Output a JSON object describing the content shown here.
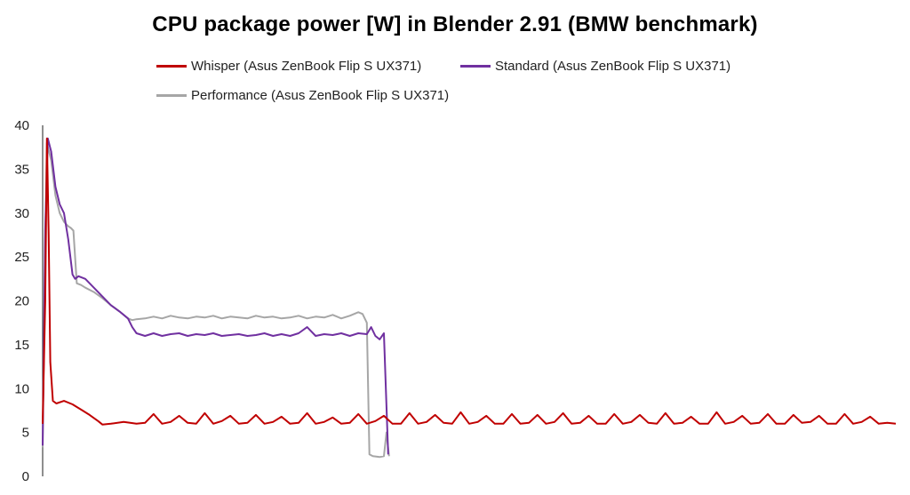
{
  "chart_data": {
    "type": "line",
    "title": "CPU package power [W] in Blender 2.91 (BMW benchmark)",
    "xlabel": "",
    "ylabel": "",
    "ylim": [
      0,
      40
    ],
    "yticks": [
      "0",
      "5",
      "10",
      "15",
      "20",
      "25",
      "30",
      "35",
      "40"
    ],
    "xlim": [
      0,
      100
    ],
    "grid": false,
    "legend_position": "top",
    "series": [
      {
        "name": "Whisper (Asus ZenBook Flip S UX371)",
        "color": "#c00000",
        "x": [
          0,
          0.3,
          0.5,
          0.7,
          0.9,
          1.2,
          1.6,
          2.5,
          3.5,
          4.5,
          5.5,
          6.5,
          7,
          8,
          9.5,
          11,
          12,
          13,
          14,
          15,
          16,
          17,
          18,
          19,
          20,
          21,
          22,
          23,
          24,
          25,
          26,
          27,
          28,
          29,
          30,
          31,
          32,
          33,
          34,
          35,
          36,
          37,
          38,
          39,
          40,
          41,
          42,
          43,
          44,
          45,
          46,
          47,
          48,
          49,
          50,
          51,
          52,
          53,
          54,
          55,
          56,
          57,
          58,
          59,
          60,
          61,
          62,
          63,
          64,
          65,
          66,
          67,
          68,
          69,
          70,
          71,
          72,
          73,
          74,
          75,
          76,
          77,
          78,
          79,
          80,
          81,
          82,
          83,
          84,
          85,
          86,
          87,
          88,
          89,
          90,
          91,
          92,
          93,
          94,
          95,
          96,
          97,
          98,
          99,
          100
        ],
        "y": [
          6.0,
          20,
          38.5,
          28,
          13,
          8.6,
          8.3,
          8.6,
          8.2,
          7.6,
          7.0,
          6.3,
          5.9,
          6.0,
          6.2,
          6.0,
          6.1,
          7.1,
          6.0,
          6.2,
          6.9,
          6.1,
          6.0,
          7.2,
          6.0,
          6.3,
          6.9,
          6.0,
          6.1,
          7.0,
          6.0,
          6.2,
          6.8,
          6.0,
          6.1,
          7.2,
          6.0,
          6.2,
          6.7,
          6.0,
          6.1,
          7.1,
          6.0,
          6.3,
          6.9,
          6.0,
          6.0,
          7.2,
          6.0,
          6.2,
          7.0,
          6.1,
          6.0,
          7.3,
          6.0,
          6.2,
          6.9,
          6.0,
          6.0,
          7.1,
          6.0,
          6.1,
          7.0,
          6.0,
          6.2,
          7.2,
          6.0,
          6.1,
          6.9,
          6.0,
          6.0,
          7.1,
          6.0,
          6.2,
          7.0,
          6.1,
          6.0,
          7.2,
          6.0,
          6.1,
          6.8,
          6.0,
          6.0,
          7.3,
          6.0,
          6.2,
          6.9,
          6.0,
          6.1,
          7.1,
          6.0,
          6.0,
          7.0,
          6.1,
          6.2,
          6.9,
          6.0,
          6.0,
          7.1,
          6.0,
          6.2,
          6.8,
          6.0,
          6.1,
          6.0
        ]
      },
      {
        "name": "Standard (Asus ZenBook Flip S UX371)",
        "color": "#7030a0",
        "x": [
          0,
          0.3,
          0.6,
          1.0,
          1.5,
          2.0,
          2.5,
          3.0,
          3.5,
          3.8,
          4.2,
          5.0,
          6.0,
          7.0,
          8.0,
          9.0,
          10.0,
          10.5,
          11,
          12,
          13,
          14,
          15,
          16,
          17,
          18,
          19,
          20,
          21,
          22,
          23,
          24,
          25,
          26,
          27,
          28,
          29,
          30,
          31,
          32,
          33,
          34,
          35,
          36,
          37,
          38,
          38.5,
          39,
          39.5,
          40,
          40.5
        ],
        "y": [
          3.5,
          28,
          38.5,
          37.0,
          33.0,
          31.0,
          30.0,
          27.0,
          23.0,
          22.5,
          22.8,
          22.5,
          21.5,
          20.5,
          19.5,
          18.8,
          18.0,
          17.0,
          16.3,
          16.0,
          16.3,
          16.0,
          16.2,
          16.3,
          16.0,
          16.2,
          16.1,
          16.3,
          16.0,
          16.1,
          16.2,
          16.0,
          16.1,
          16.3,
          16.0,
          16.2,
          16.0,
          16.3,
          17.0,
          16.0,
          16.2,
          16.1,
          16.3,
          16.0,
          16.3,
          16.2,
          17.0,
          16.0,
          15.6,
          16.3,
          2.5
        ]
      },
      {
        "name": "Performance (Asus ZenBook Flip S UX371)",
        "color": "#a6a6a6",
        "x": [
          0,
          0.3,
          0.5,
          1.0,
          1.5,
          2.0,
          2.5,
          3.0,
          3.3,
          3.6,
          4.0,
          4.5,
          5.0,
          6.0,
          7.0,
          8.0,
          9.0,
          10.0,
          10.5,
          11,
          12,
          13,
          14,
          15,
          16,
          17,
          18,
          19,
          20,
          21,
          22,
          23,
          24,
          25,
          26,
          27,
          28,
          29,
          30,
          31,
          32,
          33,
          34,
          35,
          36,
          37,
          37.5,
          38,
          38.3,
          38.7,
          39.5,
          40.0,
          40.3,
          40.6
        ],
        "y": [
          3.3,
          27,
          38.0,
          36.0,
          32.0,
          30.0,
          29.0,
          28.5,
          28.3,
          28.0,
          22.0,
          21.8,
          21.5,
          21.0,
          20.3,
          19.5,
          18.8,
          18.0,
          17.8,
          17.9,
          18.0,
          18.2,
          18.0,
          18.3,
          18.1,
          18.0,
          18.2,
          18.1,
          18.3,
          18.0,
          18.2,
          18.1,
          18.0,
          18.3,
          18.1,
          18.2,
          18.0,
          18.1,
          18.3,
          18.0,
          18.2,
          18.1,
          18.4,
          18.0,
          18.3,
          18.7,
          18.5,
          17.5,
          2.5,
          2.3,
          2.2,
          2.3,
          5.0,
          2.3
        ]
      }
    ]
  }
}
